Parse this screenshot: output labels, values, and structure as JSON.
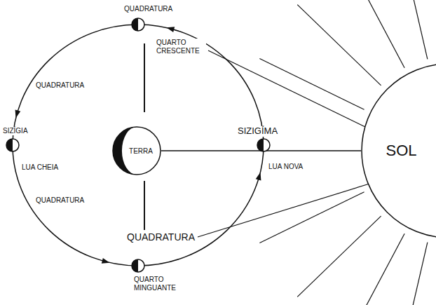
{
  "diagram": {
    "nodes": [
      {
        "text": [
          "TERRA"
        ]
      },
      {
        "text": [
          "SOL"
        ]
      }
    ],
    "edges": [
      {
        "from": 0,
        "to": 1,
        "arrow": "none"
      }
    ],
    "labels": [
      "QUADRATURA",
      "QUARTO CRESCENTE",
      "QUADRATURA",
      "SIZÍGIA",
      "LUA CHEIA",
      "SIZIGÍMA",
      "LUA NOVA",
      "QUADRATURA",
      "QUADRATURA",
      "QUARTO MINGUANTE"
    ]
  }
}
